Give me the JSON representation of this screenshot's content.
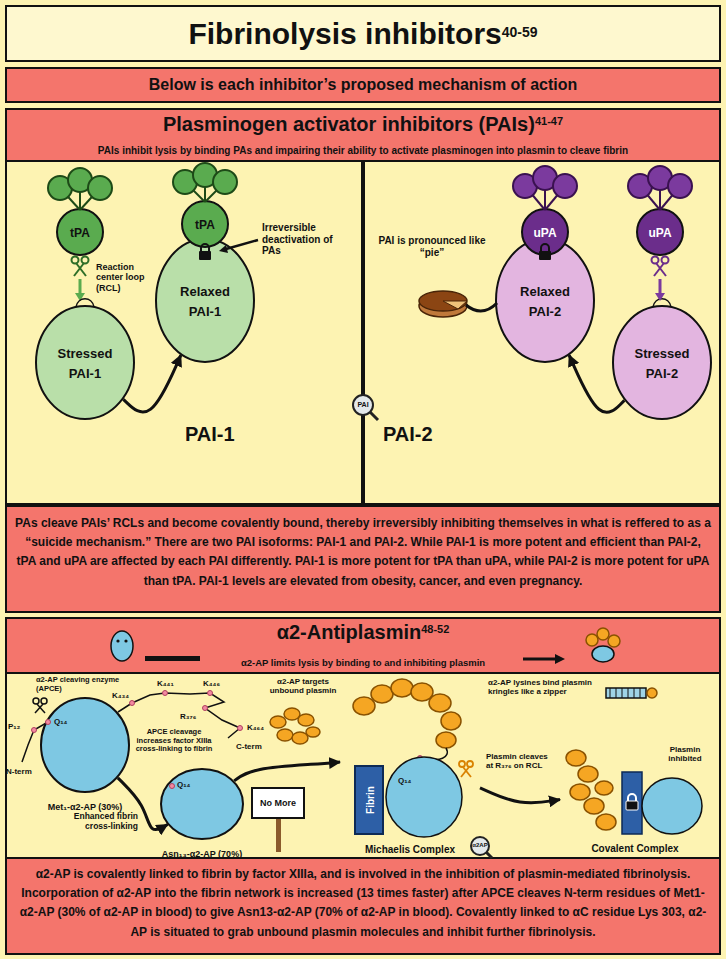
{
  "diagram": {
    "title": "Fibrinolysis inhibitors",
    "nodes": [
      {
        "text": [
          "Fibrinolysis inhibitors",
          "40-59"
        ]
      },
      {
        "text": [
          "Below is each inhibitor’s proposed mechanism of action"
        ]
      },
      {
        "text": [
          "Plasminogen activator inhibitors (PAIs)",
          "41-47",
          "PAIs inhibit lysis by binding PAs and impairing their ability to activate plasminogen into plasmin to cleave fibrin"
        ]
      },
      {
        "text": [
          "PAI-1"
        ],
        "in": 2
      },
      {
        "text": [
          "PAI-2"
        ],
        "in": 2
      },
      {
        "text": [
          "tPA"
        ],
        "in": 3
      },
      {
        "text": [
          "Stressed PAI-1"
        ],
        "in": 3
      },
      {
        "text": [
          "tPA"
        ],
        "in": 3
      },
      {
        "text": [
          "Relaxed PAI-1"
        ],
        "in": 3
      },
      {
        "text": [
          "uPA"
        ],
        "in": 4
      },
      {
        "text": [
          "Relaxed PAI-2"
        ],
        "in": 4
      },
      {
        "text": [
          "uPA"
        ],
        "in": 4
      },
      {
        "text": [
          "Stressed PAI-2"
        ],
        "in": 4
      },
      {
        "text": [
          "PAs cleave PAIs’ RCLs and become covalently bound, thereby irreversibly inhibiting themselves in what is reffered to as a “suicide mechanism.” There are two PAI isoforms: PAI-1 and PAI-2. While PAI-1 is more potent and efficient than PAI-2, tPA and uPA are affected by each PAI differently. PAI-1 is more potent for tPA than uPA, while PAI-2 is more potent for uPA than tPA. PAI-1 levels are elevated from obesity, cancer, and even pregnancy."
        ],
        "in": 2
      },
      {
        "text": [
          "α2-Antiplasmin",
          "48-52",
          "α2-AP limits lysis by binding to and inhibiting plasmin"
        ]
      },
      {
        "text": [
          "Met₁-α2-AP (30%)"
        ],
        "in": 14
      },
      {
        "text": [
          "Asn₁₃-α2-AP (70%)"
        ],
        "in": 14
      },
      {
        "text": [
          "Michaelis Complex"
        ],
        "in": 14
      },
      {
        "text": [
          "Fibrin"
        ],
        "in": 17
      },
      {
        "text": [
          "Covalent Complex"
        ],
        "in": 14
      },
      {
        "text": [
          "α2-AP is covalently linked to fibrin by factor XIIIa, and is involved in the inhibition of plasmin-mediated fibrinolysis. Incorporation of α2-AP into the fibrin network is increased (13 times faster) after APCE cleaves N-term residues of Met1-α2-AP (30% of α2-AP in blood) to give Asn13-α2-AP (70% of α2-AP in blood). Covalently linked to αC residue Lys 303, α2-AP is situated to grab unbound plasmin molecules and inhibit further fibrinolysis."
        ],
        "in": 14
      }
    ],
    "edges": [
      {
        "from": 6,
        "to": 8,
        "arrow": "to"
      },
      {
        "from": 12,
        "to": 10,
        "arrow": "to"
      },
      {
        "from": 15,
        "to": 16,
        "label": "Enhanced fibrin cross-linking",
        "arrow": "to"
      },
      {
        "from": 16,
        "to": 17,
        "arrow": "to"
      },
      {
        "from": 17,
        "to": 19,
        "arrow": "to"
      }
    ],
    "labels": [
      "Reaction center loop (RCL)",
      "Irreversible deactivation of PAs",
      "PAI",
      "PAI is pronounced like “pie”",
      "α2-AP cleaving enzyme (APCE)",
      "P₁₂",
      "Q₁₄",
      "N-term",
      "K₄₃₄",
      "K₄₄₁",
      "K₄₄₆",
      "R₃₇₆",
      "K₄₆₄",
      "C-term",
      "α2-AP targets unbound plasmin",
      "APCE cleavage increases factor XIIIa cross-linking to fibrin",
      "Q₁₄",
      "No More",
      "α2-AP lysines bind plasmin kringles like a zipper",
      "Plasmin cleaves at R₃₇₆ on RCL",
      "Q₁₄",
      "α2AP",
      "Plasmin inhibited"
    ]
  }
}
